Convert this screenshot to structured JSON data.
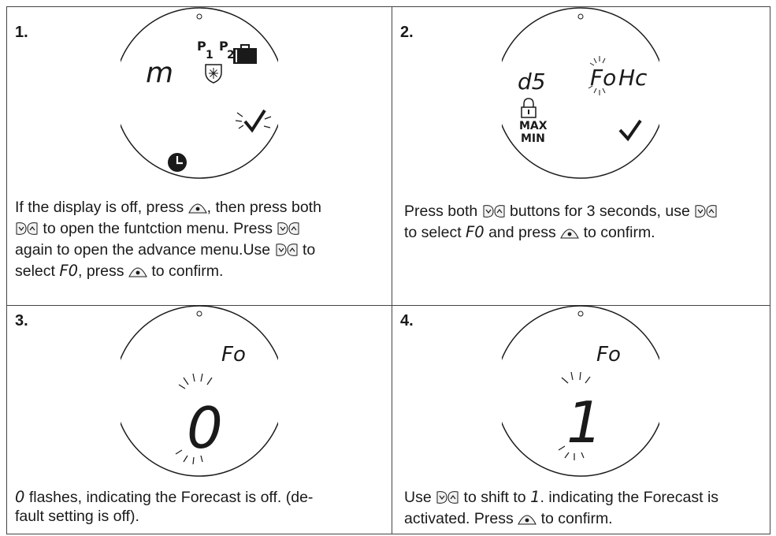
{
  "steps": [
    {
      "number": "1.",
      "display": {
        "mode": "m",
        "p1": "P",
        "p1_sub": "1",
        "p2": "P",
        "p2_sub": "2"
      },
      "lines": [
        [
          "If the display is off, press ",
          "{ok}",
          ", then press both"
        ],
        [
          "{ud}",
          " to open the funtction menu. Press ",
          "{ud}"
        ],
        [
          "again to open the advance menu.Use ",
          "{ud}",
          " to"
        ],
        [
          "select ",
          "{F0}",
          ", press ",
          "{ok}",
          " to confirm."
        ]
      ]
    },
    {
      "number": "2.",
      "display": {
        "left": "d5",
        "mid": "Fo",
        "right": "Hc",
        "max": "MAX",
        "min": "MIN"
      },
      "lines": [
        [
          "Press both ",
          "{ud}",
          " buttons for 3 seconds, use ",
          "{ud}"
        ],
        [
          "to select ",
          "{F0}",
          " and press ",
          "{ok}",
          " to confirm."
        ]
      ]
    },
    {
      "number": "3.",
      "display": {
        "code": "Fo",
        "value": "0"
      },
      "lines": [
        [
          "{0}",
          " flashes, indicating the Forecast is off. (de-"
        ],
        [
          "fault setting is off)."
        ]
      ]
    },
    {
      "number": "4.",
      "display": {
        "code": "Fo",
        "value": "1"
      },
      "lines": [
        [
          "Use ",
          "{ud}",
          " to shift to ",
          "{1}",
          ". indicating the Forecast is"
        ],
        [
          "activated. Press ",
          "{ok}",
          " to confirm."
        ]
      ]
    }
  ],
  "glyphs": {
    "F0": "F0",
    "0": "0",
    "1": "1"
  },
  "colors": {
    "ink": "#1a1a1a",
    "border": "#444444",
    "icon_fill": "#f2f2f2"
  }
}
